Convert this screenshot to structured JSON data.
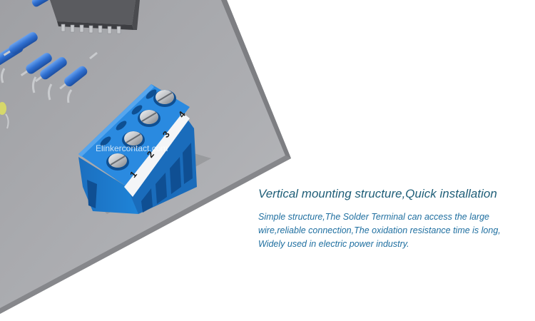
{
  "watermark": "Elinkercontact.com",
  "terminal": {
    "color": "#1e7fd0",
    "pin_labels": [
      "1",
      "2",
      "3",
      "4"
    ]
  },
  "heading": "Vertical mounting structure,Quick installation",
  "description": [
    "Simple structure,The Solder Terminal can access the large",
    "wire,reliable connection,The oxidation resistance time is long,",
    "Widely used in electric power industry."
  ],
  "colors": {
    "heading": "#1f5e78",
    "description": "#1f6fa0",
    "pcb_board": "#a9aaae",
    "resistor": "#2f6fd0"
  }
}
